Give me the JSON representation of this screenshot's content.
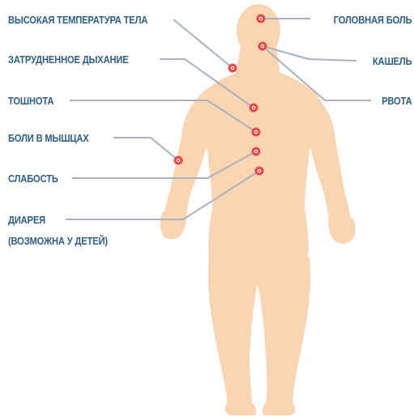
{
  "colors": {
    "body": "#fad5b1",
    "leader_line": "#a9b2bc",
    "marker_ring": "#e64b4b",
    "marker_center": "#c62828",
    "label_text": "#2f5f87"
  },
  "labels": {
    "fever": "ВЫСОКАЯ ТЕМПЕРАТУРА ТЕЛА",
    "breathing": "ЗАТРУДНЕННОЕ ДЫХАНИЕ",
    "nausea": "ТОШНОТА",
    "muscle_pain": "БОЛИ В МЫШЦАХ",
    "weakness": "СЛАБОСТЬ",
    "diarrhea": "ДИАРЕЯ",
    "diarrhea_note": "(ВОЗМОЖНА У ДЕТЕЙ)",
    "headache": "ГОЛОВНАЯ БОЛЬ",
    "cough": "КАШЕЛЬ",
    "vomiting": "РВОТА"
  }
}
